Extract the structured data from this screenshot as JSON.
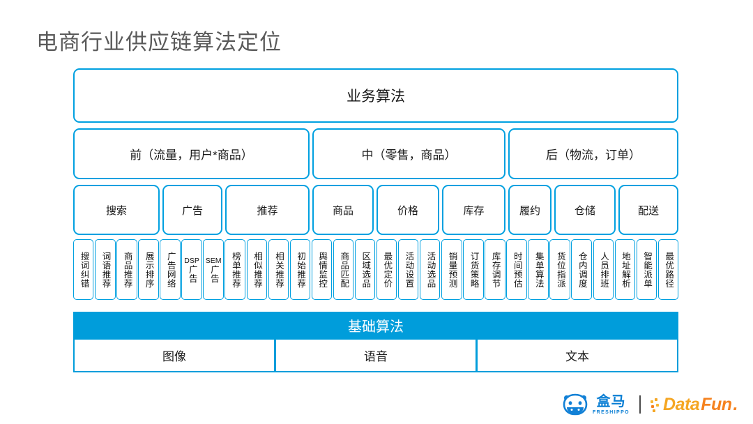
{
  "slide": {
    "title": "电商行业供应链算法定位",
    "accent_color": "#00a0e0",
    "band_color": "#009ddb",
    "title_color": "#5a5a5a"
  },
  "business_layer": {
    "label": "业务算法"
  },
  "stages": [
    {
      "label": "前（流量，用户*商品）"
    },
    {
      "label": "中（零售，商品）"
    },
    {
      "label": "后（物流，订单）"
    }
  ],
  "domains": [
    {
      "label": "搜索"
    },
    {
      "label": "广告"
    },
    {
      "label": "推荐"
    },
    {
      "label": "商品"
    },
    {
      "label": "价格"
    },
    {
      "label": "库存"
    },
    {
      "label": "履约"
    },
    {
      "label": "仓储"
    },
    {
      "label": "配送"
    }
  ],
  "details": [
    {
      "label": "搜词纠错"
    },
    {
      "label": "词语推荐"
    },
    {
      "label": "商品推荐"
    },
    {
      "label": "展示排序"
    },
    {
      "label": "广告网络"
    },
    {
      "label": "广告",
      "latin": "DSP"
    },
    {
      "label": "广告",
      "latin": "SEM"
    },
    {
      "label": "榜单推荐"
    },
    {
      "label": "相似推荐"
    },
    {
      "label": "相关推荐"
    },
    {
      "label": "初始推荐"
    },
    {
      "label": "舆情监控"
    },
    {
      "label": "商品匹配"
    },
    {
      "label": "区域选品"
    },
    {
      "label": "最优定价"
    },
    {
      "label": "活动设置"
    },
    {
      "label": "活动选品"
    },
    {
      "label": "销量预测"
    },
    {
      "label": "订货策略"
    },
    {
      "label": "库存调节"
    },
    {
      "label": "时间预估"
    },
    {
      "label": "集单算法"
    },
    {
      "label": "货位指派"
    },
    {
      "label": "仓内调度"
    },
    {
      "label": "人员排班"
    },
    {
      "label": "地址解析"
    },
    {
      "label": "智能派单"
    },
    {
      "label": "最优路径"
    }
  ],
  "base_layer": {
    "title": "基础算法",
    "cells": [
      {
        "label": "图像"
      },
      {
        "label": "语音"
      },
      {
        "label": "文本"
      }
    ]
  },
  "branding": {
    "hema_cn": "盒马",
    "hema_en": "FRESHIPPO",
    "datafun_part1": "Data",
    "datafun_part2": "Fun",
    "datafun_dot": "."
  }
}
